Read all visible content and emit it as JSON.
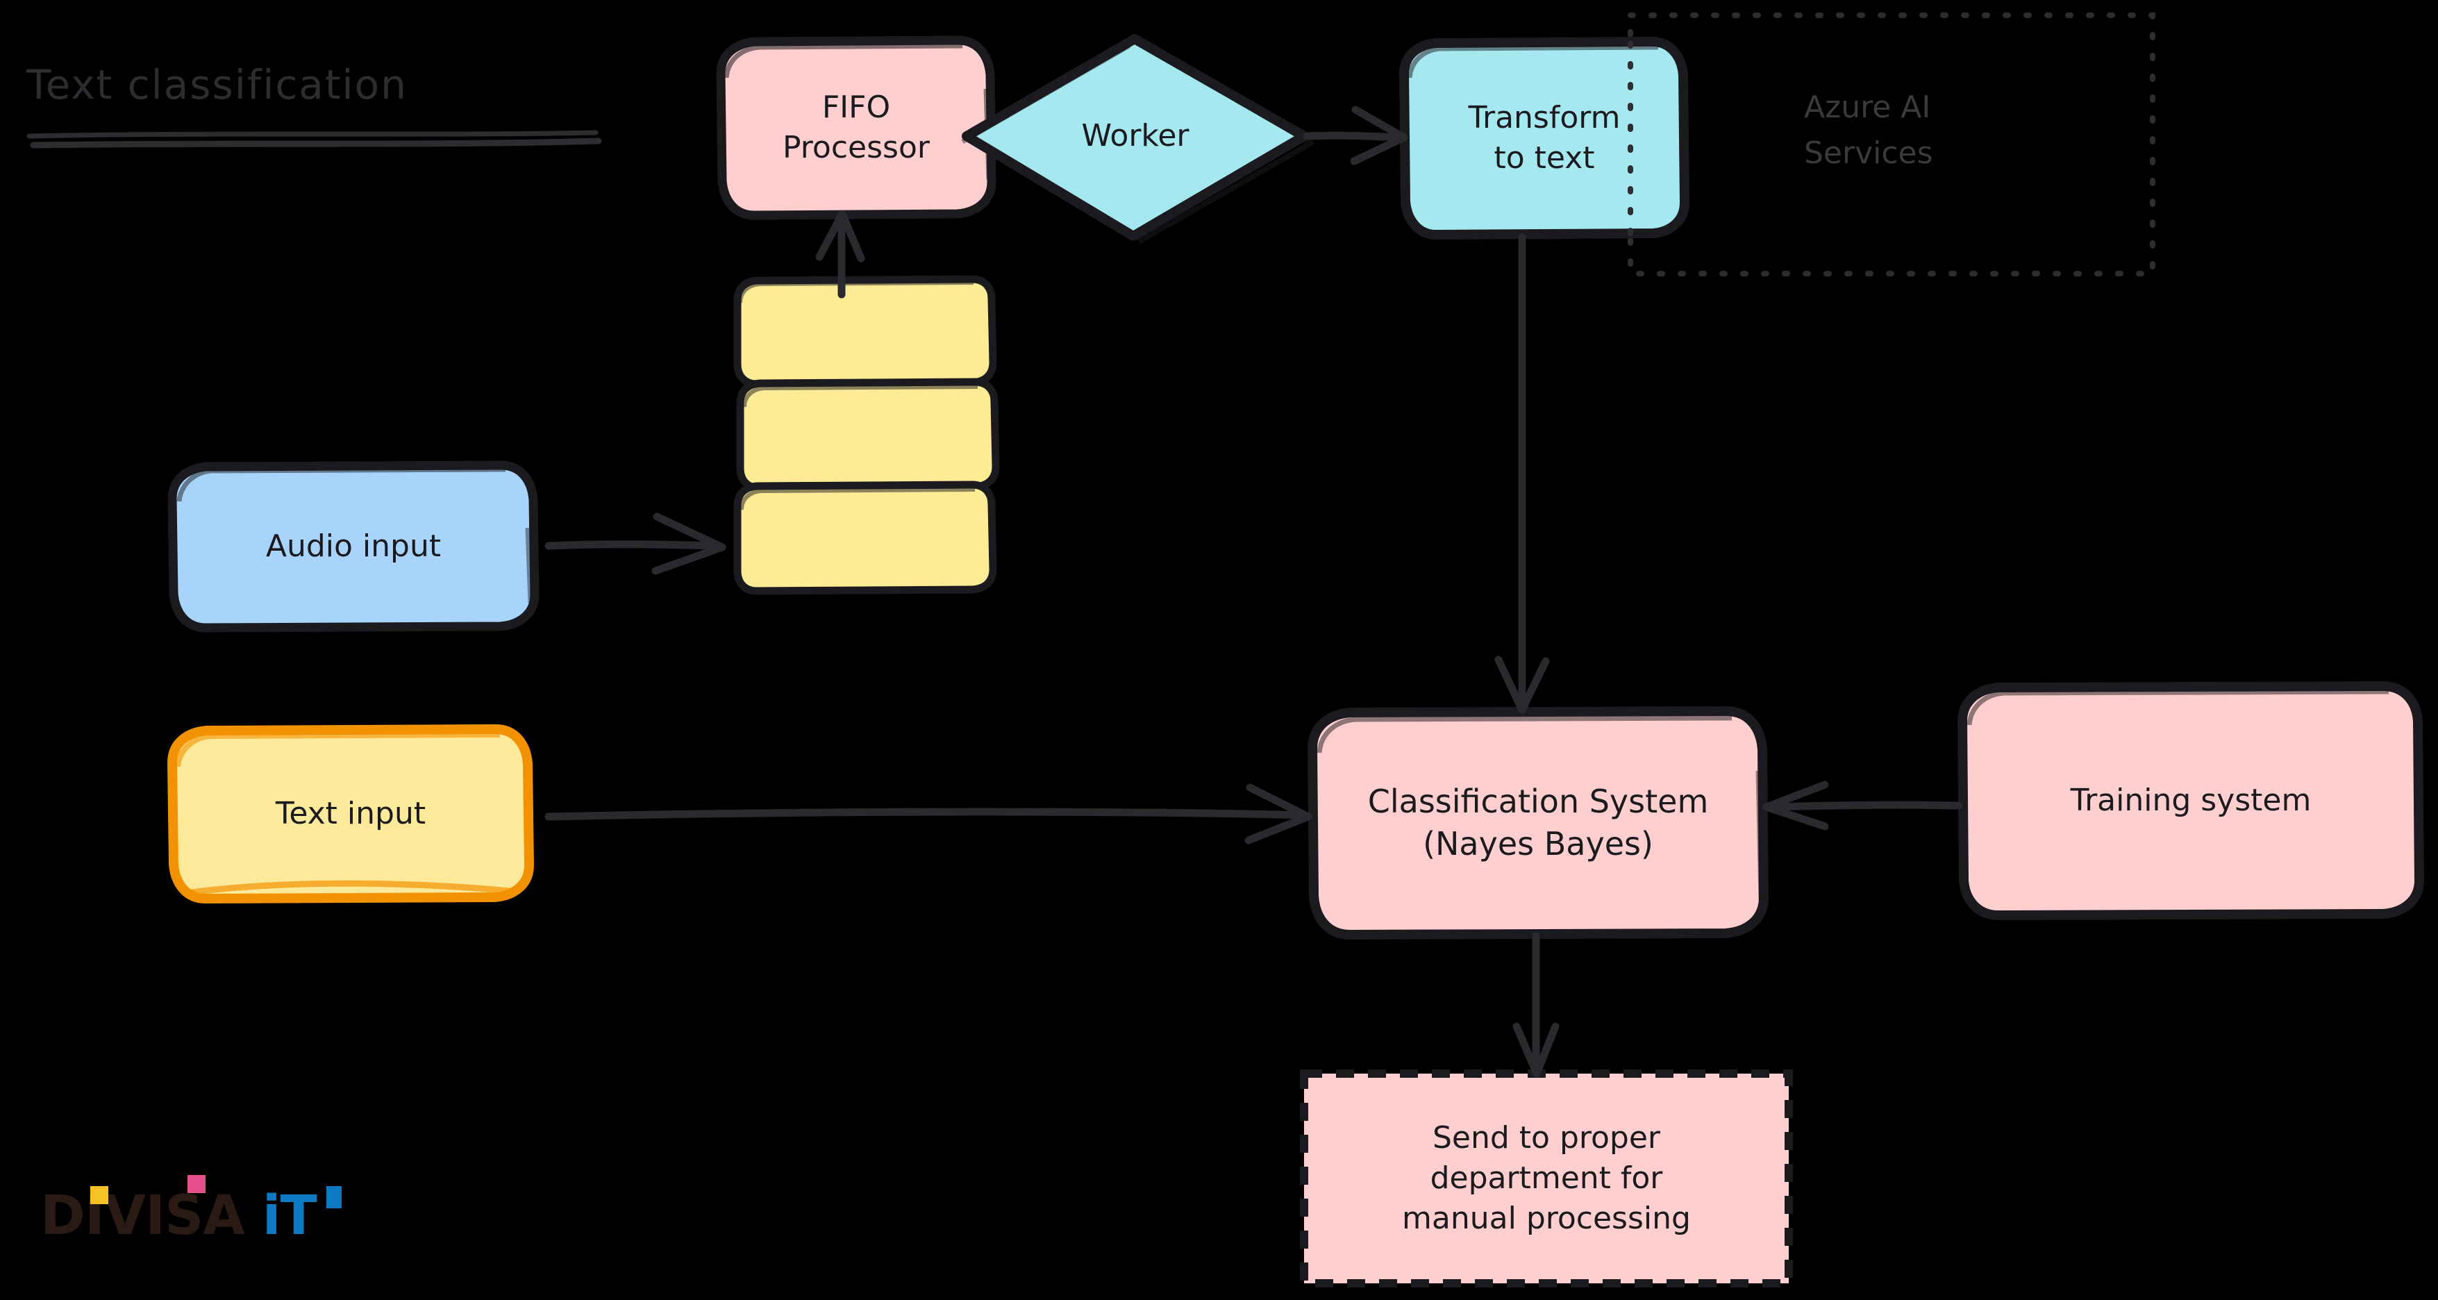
{
  "diagram": {
    "title": "Text classification",
    "background_color": "#000000",
    "stroke_color": "#1b1b1f",
    "groups": [
      {
        "id": "azure-ai-services",
        "label": "Azure AI\nServices",
        "border_style": "dashed",
        "text_color": "#3a3a3e"
      }
    ],
    "nodes": [
      {
        "id": "fifo-processor",
        "label": "FIFO\nProcessor",
        "shape": "rounded-rect",
        "fill": "#ffcfcf",
        "stroke": "#1b1b1f"
      },
      {
        "id": "worker",
        "label": "Worker",
        "shape": "diamond",
        "fill": "#a5e8f0",
        "stroke": "#1b1b1f"
      },
      {
        "id": "transform-to-text",
        "label": "Transform\nto text",
        "shape": "rounded-rect",
        "fill": "#a5e8f0",
        "stroke": "#1b1b1f"
      },
      {
        "id": "queue-stack",
        "label": "",
        "shape": "stacked-rect",
        "fill": "#fdeb96",
        "stroke": "#1b1b1f"
      },
      {
        "id": "audio-input",
        "label": "Audio input",
        "shape": "rounded-rect",
        "fill": "#a8d4fb",
        "stroke": "#1b1b1f"
      },
      {
        "id": "text-input",
        "label": "Text input",
        "shape": "rounded-rect",
        "fill": "#fce99a",
        "stroke": "#f39200"
      },
      {
        "id": "classification-system",
        "label": "Classification System\n(Nayes Bayes)",
        "shape": "rounded-rect",
        "fill": "#ffcfcf",
        "stroke": "#1b1b1f"
      },
      {
        "id": "training-system",
        "label": "Training system",
        "shape": "rounded-rect",
        "fill": "#ffcfcf",
        "stroke": "#1b1b1f"
      },
      {
        "id": "send-to-department",
        "label": "Send to proper\ndepartment for\nmanual processing",
        "shape": "dashed-rect",
        "fill": "#ffcfcf",
        "stroke": "#1b1b1f"
      }
    ],
    "edges": [
      {
        "id": "edge-audio-to-queue",
        "from": "audio-input",
        "to": "queue-stack",
        "direction": "right"
      },
      {
        "id": "edge-queue-to-fifo",
        "from": "queue-stack",
        "to": "fifo-processor",
        "direction": "up"
      },
      {
        "id": "edge-worker-to-transform",
        "from": "worker",
        "to": "transform-to-text",
        "direction": "right"
      },
      {
        "id": "edge-transform-to-class",
        "from": "transform-to-text",
        "to": "classification-system",
        "direction": "down"
      },
      {
        "id": "edge-text-to-class",
        "from": "text-input",
        "to": "classification-system",
        "direction": "right"
      },
      {
        "id": "edge-training-to-class",
        "from": "training-system",
        "to": "classification-system",
        "direction": "left"
      },
      {
        "id": "edge-class-to-send",
        "from": "classification-system",
        "to": "send-to-department",
        "direction": "down"
      }
    ]
  },
  "logo": {
    "primary_text": "DIVISA",
    "secondary_text": "iT",
    "primary_color": "#2b1a14",
    "secondary_color": "#0b7ac2",
    "dot_colors": [
      "#f8c224",
      "#e5508a",
      "#0b7ac2"
    ]
  }
}
